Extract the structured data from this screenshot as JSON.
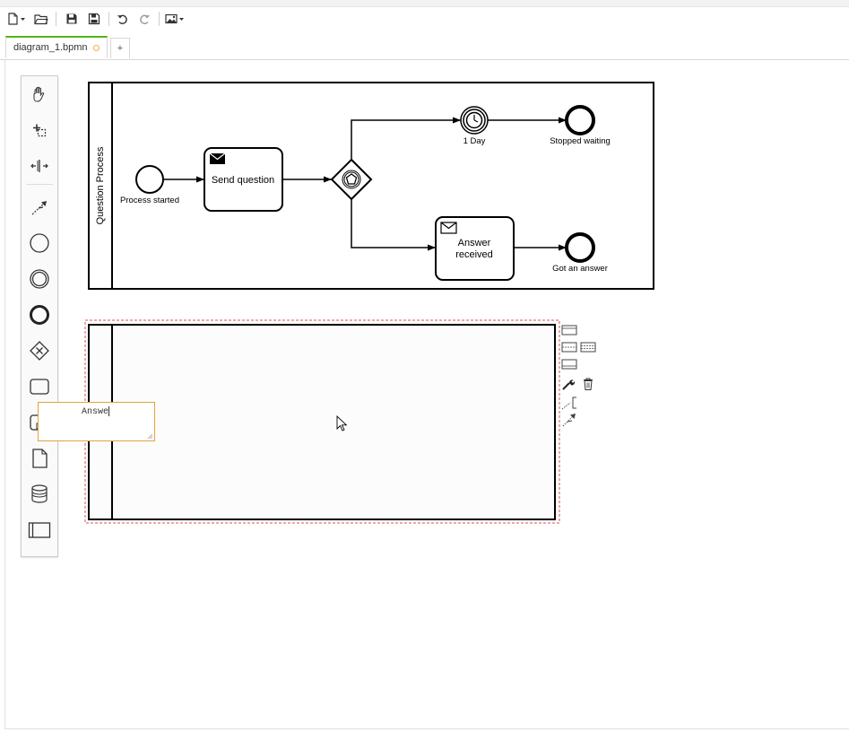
{
  "toolbar": {
    "buttons": [
      "new-diagram-icon",
      "open-folder-icon",
      "save-icon",
      "save-as-icon",
      "undo-icon",
      "redo-icon",
      "export-image-icon"
    ]
  },
  "tabs": {
    "active": "diagram_1.bpmn",
    "add": "+"
  },
  "palette": {
    "tools": [
      "hand-tool-icon",
      "lasso-tool-icon",
      "space-tool-icon",
      "connect-tool-icon",
      "start-event-icon",
      "intermediate-event-icon",
      "end-event-icon",
      "gateway-icon",
      "task-icon",
      "subprocess-icon",
      "data-object-icon",
      "data-store-icon",
      "pool-icon"
    ]
  },
  "diagram": {
    "pool_name": "Question Process",
    "start_event": "Process started",
    "task_send": "Send question",
    "timer_event": "1 Day",
    "end_stopped": "Stopped waiting",
    "task_receive_line1": "Answer",
    "task_receive_line2": "received",
    "end_answer": "Got an answer"
  },
  "edit_box": {
    "value": "Answe"
  },
  "context_pad": {
    "items": [
      "lane-above-icon",
      "divide-two-lanes-icon",
      "divide-three-lanes-icon",
      "lane-below-icon",
      "change-type-icon",
      "delete-icon",
      "text-annotation-icon",
      "connect-icon"
    ]
  },
  "colors": {
    "active_tab_accent": "#52b415",
    "edit_border": "#e2a43e",
    "selection": "#d9534f"
  }
}
